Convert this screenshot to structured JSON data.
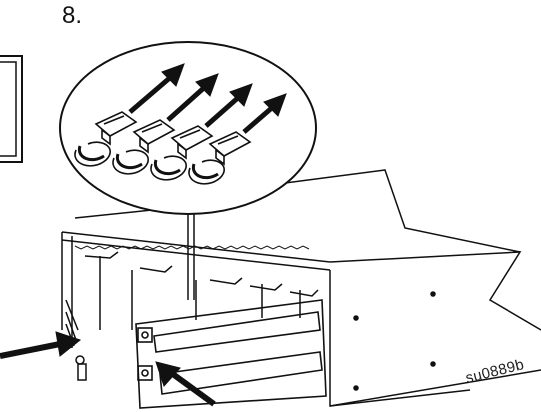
{
  "step": {
    "number": "8."
  },
  "figure": {
    "code": "su0889b",
    "icon": "battery-disconnect-illustration"
  },
  "colors": {
    "line": "#111111",
    "background": "#ffffff"
  }
}
